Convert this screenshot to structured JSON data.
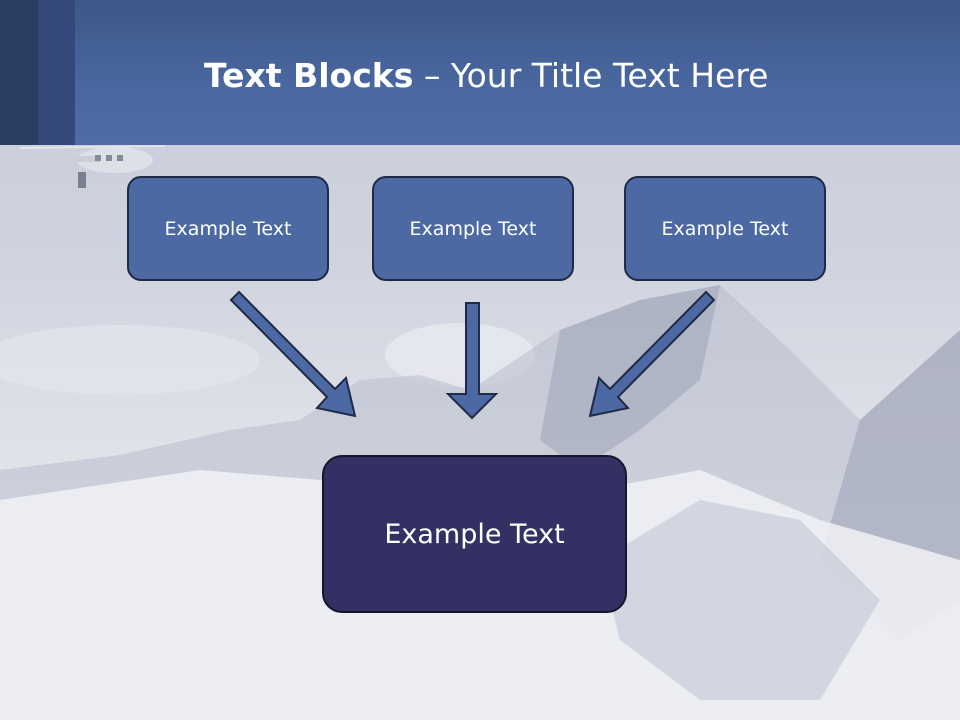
{
  "title": {
    "bold": "Text Blocks",
    "rest": " – Your Title Text Here"
  },
  "blocks": [
    {
      "label": "Example Text"
    },
    {
      "label": "Example Text"
    },
    {
      "label": "Example Text"
    }
  ],
  "target": {
    "label": "Example Text"
  },
  "colors": {
    "header": "#4a67a0",
    "small_box_fill": "#4d69a3",
    "target_fill": "#333063",
    "arrow_fill": "#4d69a3"
  }
}
